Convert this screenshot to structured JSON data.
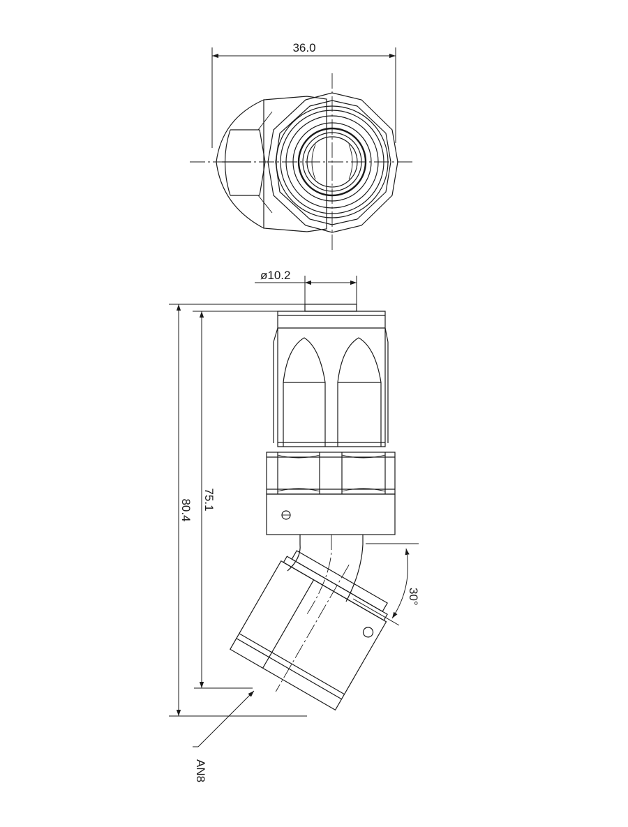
{
  "drawing": {
    "dimensions": {
      "width_top": "36.0",
      "inner_diameter": "ø10.2",
      "overall_length": "80.4",
      "center_length": "75.1",
      "angle": "30°",
      "hose_size": "AN8"
    },
    "line_color": "#1a1a1a",
    "background": "#ffffff"
  }
}
